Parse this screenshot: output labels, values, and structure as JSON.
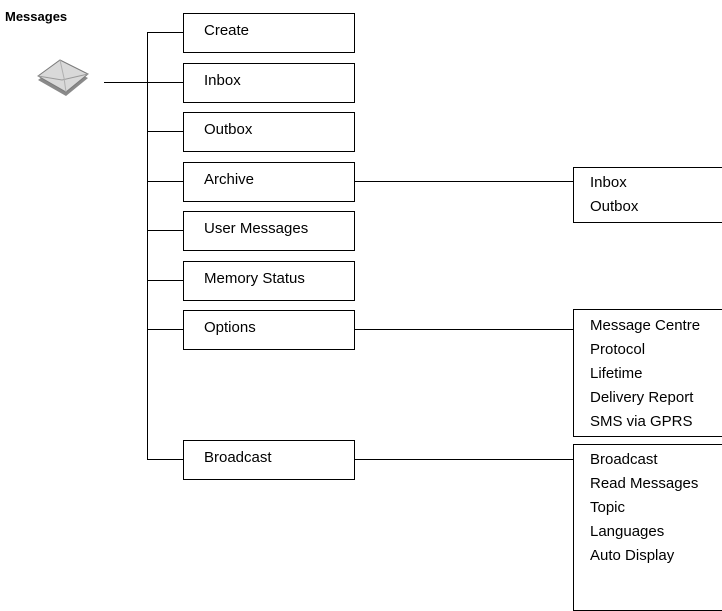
{
  "title": "Messages",
  "menu": {
    "items": [
      {
        "label": "Create"
      },
      {
        "label": "Inbox"
      },
      {
        "label": "Outbox"
      },
      {
        "label": "Archive"
      },
      {
        "label": "User Messages"
      },
      {
        "label": "Memory Status"
      },
      {
        "label": "Options"
      },
      {
        "label": "Broadcast"
      }
    ]
  },
  "submenus": {
    "archive": [
      "Inbox",
      "Outbox"
    ],
    "options": [
      "Message Centre",
      "Protocol",
      "Lifetime",
      "Delivery Report",
      "SMS via GPRS"
    ],
    "broadcast": [
      "Broadcast",
      "Read Messages",
      "Topic",
      "Languages",
      "Auto Display"
    ]
  },
  "icon": "envelope-icon"
}
